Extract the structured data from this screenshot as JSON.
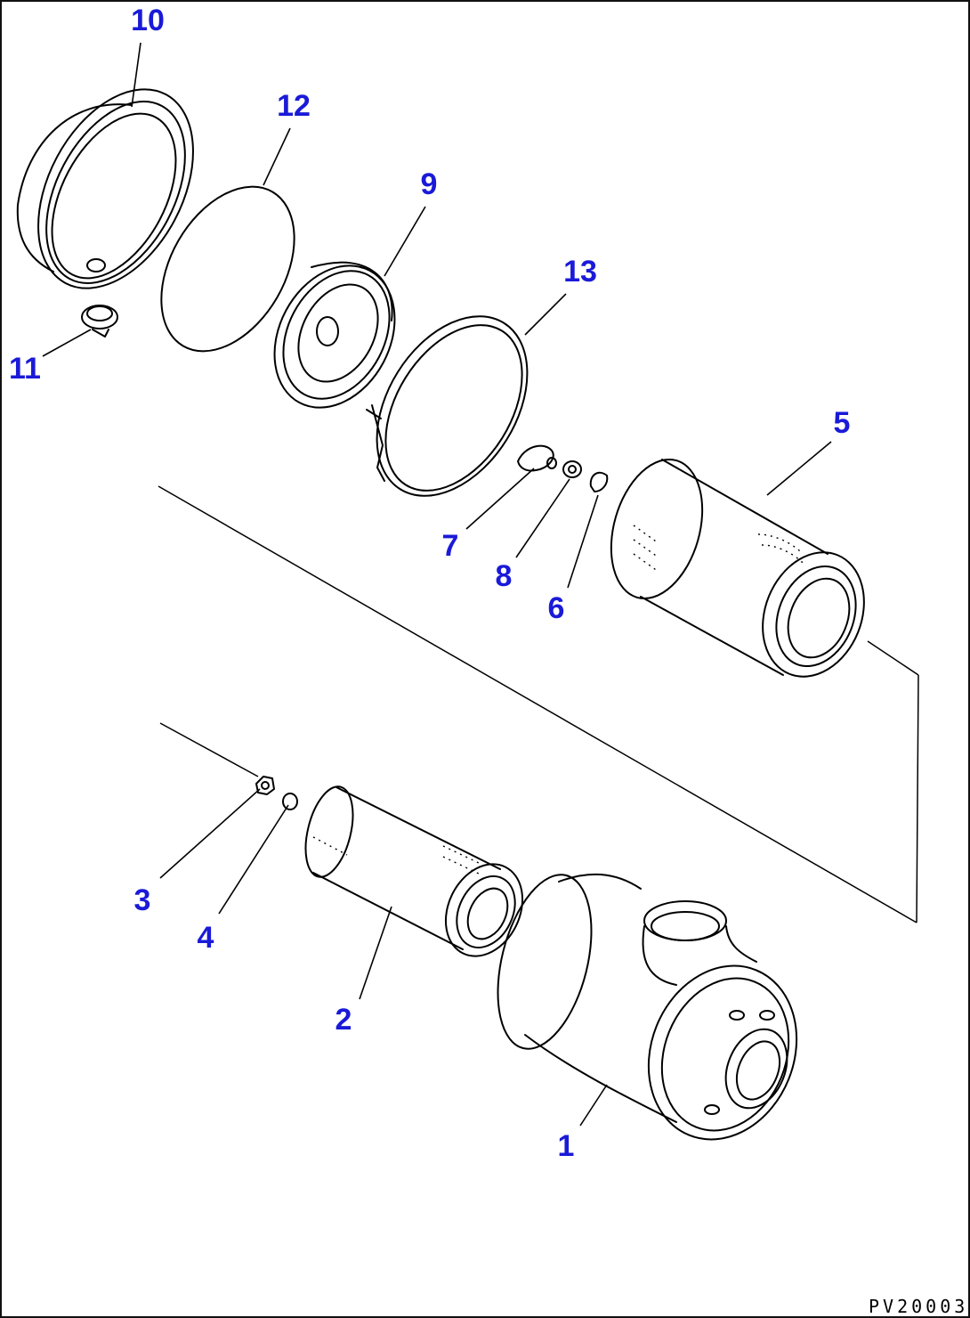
{
  "drawing_code": "PV20003",
  "callout_color": "#1a1ad8",
  "callouts": {
    "c1": "1",
    "c2": "2",
    "c3": "3",
    "c4": "4",
    "c5": "5",
    "c6": "6",
    "c7": "7",
    "c8": "8",
    "c9": "9",
    "c10": "10",
    "c11": "11",
    "c12": "12",
    "c13": "13"
  }
}
